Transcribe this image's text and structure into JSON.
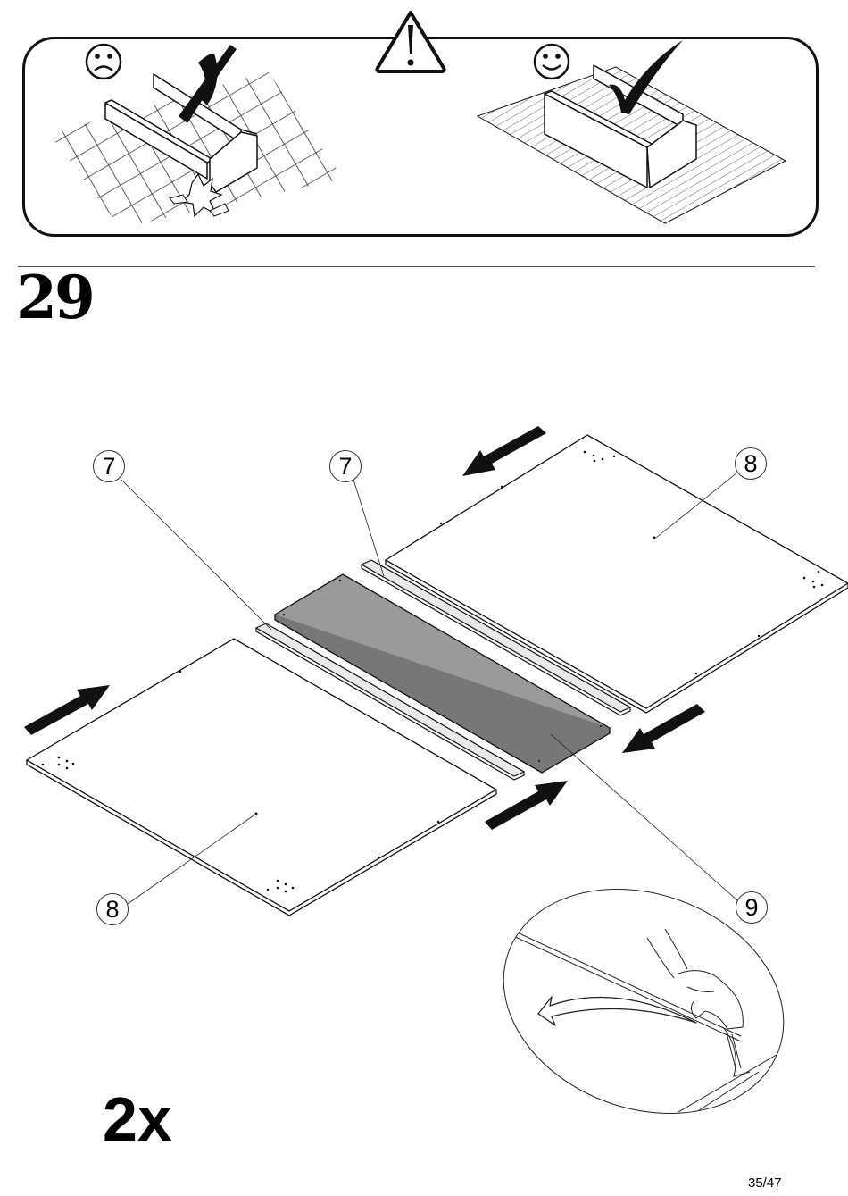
{
  "step": {
    "number": "29",
    "quantity": "2x"
  },
  "callouts": {
    "c1": "7",
    "c2": "7",
    "c3": "8",
    "c4": "8",
    "c5": "9"
  },
  "footer": {
    "page": "35/47"
  },
  "icons": [
    "warning-icon",
    "sad-face-icon",
    "happy-face-icon",
    "cross-icon",
    "check-icon",
    "arrow-icon",
    "peel-arrow-icon"
  ],
  "colors": {
    "line": "#111111",
    "shelf_panel": "#9a9a9a",
    "strip": "#e9e9e9"
  }
}
